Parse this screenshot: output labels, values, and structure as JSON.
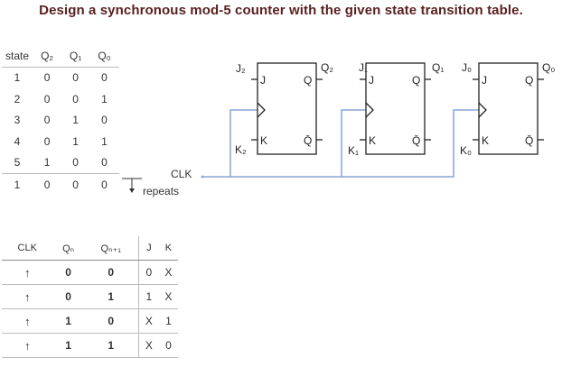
{
  "title": "Design a synchronous mod-5 counter with the given state transition table.",
  "state_table": {
    "headers": [
      "state",
      "Q₂",
      "Q₁",
      "Q₀"
    ],
    "rows": [
      [
        "1",
        "0",
        "0",
        "0"
      ],
      [
        "2",
        "0",
        "0",
        "1"
      ],
      [
        "3",
        "0",
        "1",
        "0"
      ],
      [
        "4",
        "0",
        "1",
        "1"
      ],
      [
        "5",
        "1",
        "0",
        "0"
      ]
    ],
    "repeat_row": [
      "1",
      "0",
      "0",
      "0"
    ],
    "repeat_label": "repeats"
  },
  "flipflops": [
    {
      "j": "J₂",
      "k": "K₂",
      "q": "Q₂",
      "pin_j": "J",
      "pin_k": "K",
      "pin_q": "Q",
      "pin_qbar": "Q̄"
    },
    {
      "j": "J₁",
      "k": "K₁",
      "q": "Q₁",
      "pin_j": "J",
      "pin_k": "K",
      "pin_q": "Q",
      "pin_qbar": "Q̄"
    },
    {
      "j": "J₀",
      "k": "K₀",
      "q": "Q₀",
      "pin_j": "J",
      "pin_k": "K",
      "pin_q": "Q",
      "pin_qbar": "Q̄"
    }
  ],
  "clock_label": "CLK",
  "clock_wire_color": "#8aa4d6",
  "jk_table": {
    "headers": [
      "CLK",
      "Qₙ",
      "Qₙ₊₁",
      "J",
      "K"
    ],
    "rows": [
      [
        "↑",
        "0",
        "0",
        "0",
        "X"
      ],
      [
        "↑",
        "0",
        "1",
        "1",
        "X"
      ],
      [
        "↑",
        "1",
        "0",
        "X",
        "1"
      ],
      [
        "↑",
        "1",
        "1",
        "X",
        "0"
      ]
    ]
  }
}
